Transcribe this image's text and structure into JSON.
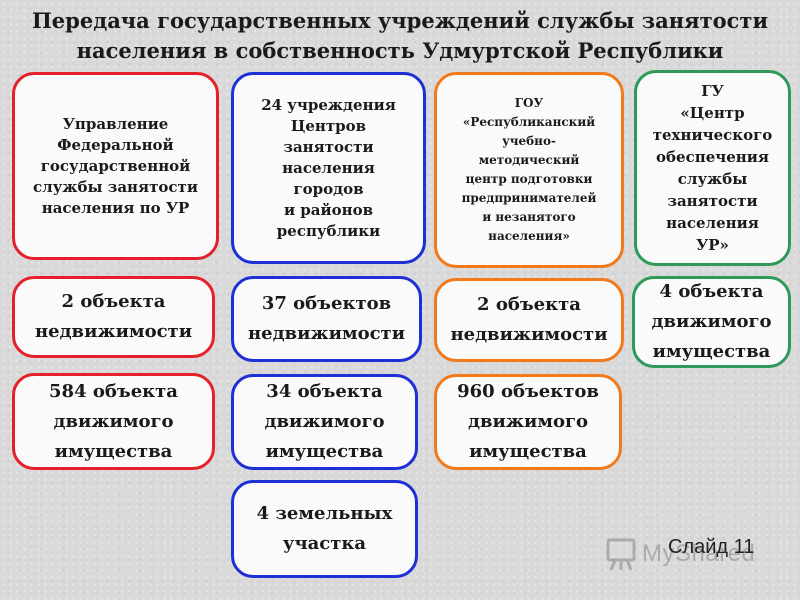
{
  "title": {
    "line1": "Передача государственных учреждений службы занятости",
    "line2": "населения в собственность Удмуртской Республики"
  },
  "columns": [
    {
      "color": "#e5202a",
      "header_lines": [
        "Управление",
        "Федеральной",
        "государственной",
        "службы занятости",
        "населения по УР"
      ],
      "items": [
        [
          "2 объекта",
          "недвижимости"
        ],
        [
          "584 объекта",
          "движимого",
          "имущества"
        ]
      ]
    },
    {
      "color": "#1f2fd6",
      "header_lines": [
        "24 учреждения",
        "Центров",
        "занятости",
        "населения",
        "городов",
        "и районов",
        "республики"
      ],
      "items": [
        [
          "37 объектов",
          "недвижимости"
        ],
        [
          "34 объекта",
          "движимого",
          "имущества"
        ],
        [
          "4 земельных",
          "участка"
        ]
      ]
    },
    {
      "color": "#f07a1c",
      "header_lines": [
        "ГОУ",
        "«Республиканский",
        "учебно-",
        "методический",
        "центр подготовки",
        "предпринимателей",
        "и незанятого",
        "населения»"
      ],
      "items": [
        [
          "2 объекта",
          "недвижимости"
        ],
        [
          "960 объектов",
          "движимого",
          "имущества"
        ]
      ]
    },
    {
      "color": "#2e9a5a",
      "header_lines": [
        "ГУ",
        "«Центр",
        "технического",
        "обеспечения",
        "службы",
        "занятости",
        "населения",
        "УР»"
      ],
      "items": [
        [
          "4 объекта",
          "движимого",
          "имущества"
        ]
      ]
    }
  ],
  "slide_label": "Слайд 11",
  "watermark": {
    "text": "MyShared",
    "icon": "presentation-board-icon"
  }
}
